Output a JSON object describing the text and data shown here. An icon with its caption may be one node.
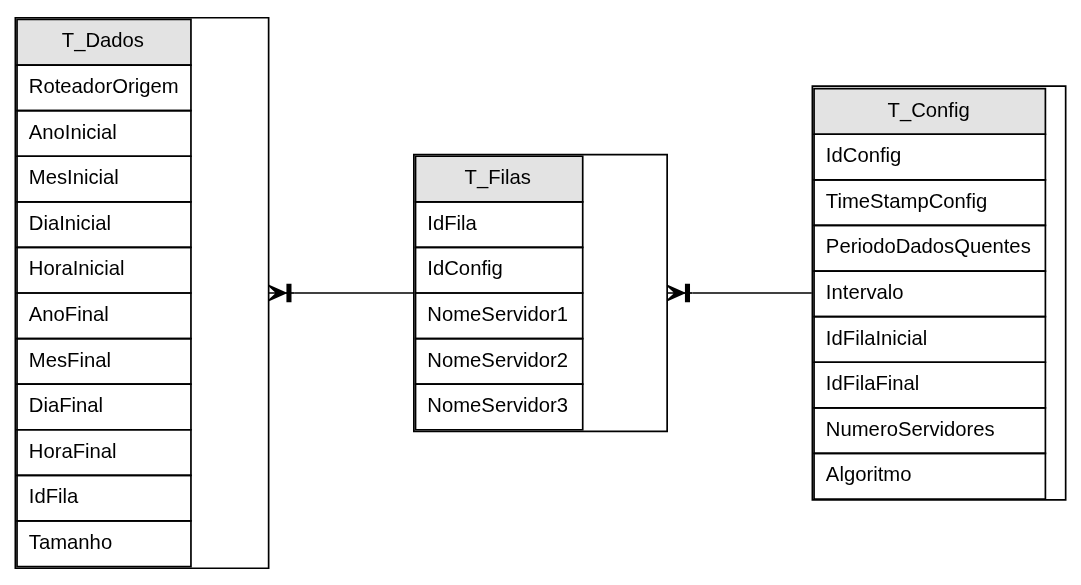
{
  "diagram": {
    "nodes": [
      {
        "text": [
          "T_Dados",
          "RoteadorOrigem",
          "AnoInicial",
          "MesInicial",
          "DiaInicial",
          "HoraInicial",
          "AnoFinal",
          "MesFinal",
          "DiaFinal",
          "HoraFinal",
          "IdFila",
          "Tamanho"
        ]
      },
      {
        "text": [
          "T_Filas",
          "IdFila",
          "IdConfig",
          "NomeServidor1",
          "NomeServidor2",
          "NomeServidor3"
        ]
      },
      {
        "text": [
          "T_Config",
          "IdConfig",
          "TimeStampConfig",
          "PeriodoDadosQuentes",
          "Intervalo",
          "IdFilaInicial",
          "IdFilaFinal",
          "NumeroServidores",
          "Algoritmo"
        ]
      }
    ],
    "edges": [
      {
        "from": 0,
        "to": 1,
        "arrow": "other"
      },
      {
        "from": 1,
        "to": 2,
        "arrow": "other"
      }
    ]
  }
}
